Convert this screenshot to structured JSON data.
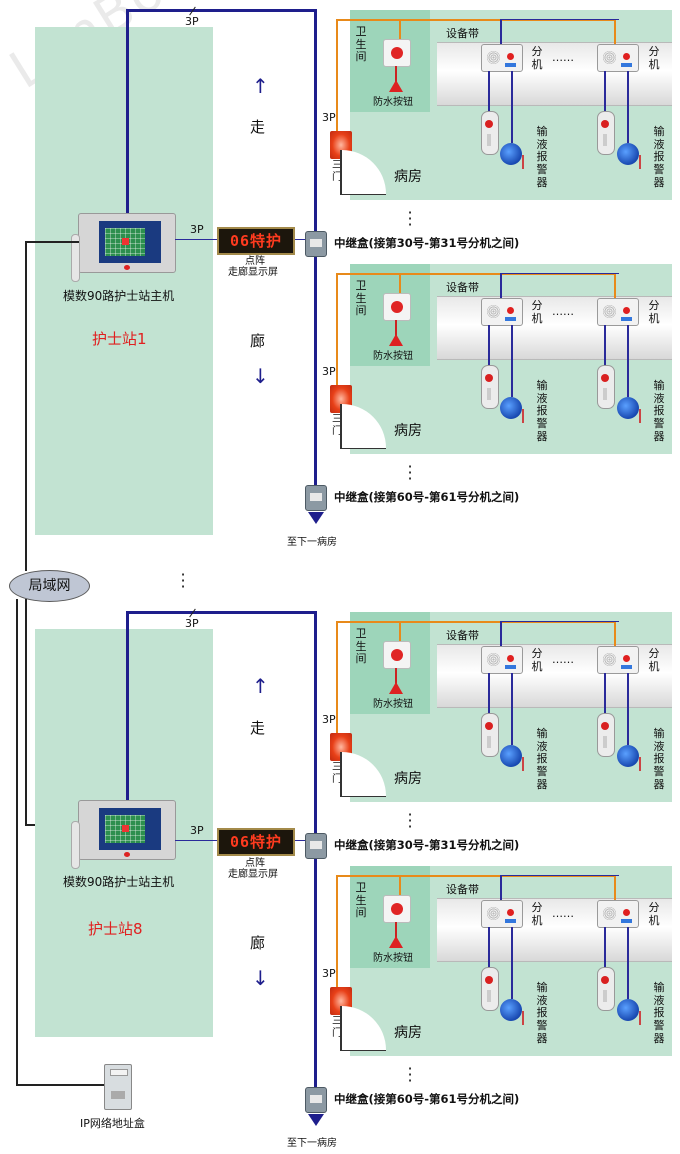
{
  "watermark": "LonBon",
  "lan_label": "局域网",
  "ip_box_label": "IP网络地址盒",
  "dots_between_stations": "⋮",
  "stations": [
    {
      "host_label": "模数90路护士站主机",
      "station_name": "护士站1",
      "led_text": "06特护",
      "led_label_line1": "点阵",
      "led_label_line2": "走廊显示屏",
      "bus_label": "3P",
      "display_link_label": "3P",
      "corridor_top": "走",
      "corridor_bottom": "廊",
      "relay1_label": "中继盒(接第30号-第31号分机之间)",
      "relay2_label": "中继盒(接第60号-第61号分机之间)",
      "next_room_label": "至下一病房"
    },
    {
      "host_label": "模数90路护士站主机",
      "station_name": "护士站8",
      "led_text": "06特护",
      "led_label_line1": "点阵",
      "led_label_line2": "走廊显示屏",
      "bus_label": "3P",
      "display_link_label": "3P",
      "corridor_top": "走",
      "corridor_bottom": "廊",
      "relay1_label": "中继盒(接第30号-第31号分机之间)",
      "relay2_label": "中继盒(接第60号-第61号分机之间)",
      "next_room_label": "至下一病房"
    }
  ],
  "room": {
    "toilet_label": "卫生间",
    "waterproof_button_label": "防水按钮",
    "equipment_band_label": "设备带",
    "extension_label": "分机",
    "ellipsis": "……",
    "door_light_label": "三色门灯",
    "door_light_link_label": "3P",
    "ward_label": "病房",
    "infusion_alarm_label": "输液报警器"
  },
  "colors": {
    "panel_green": "#c2e3d2",
    "toilet_green": "#9dd5ba",
    "bus_blue": "#1e1e8c",
    "wire_orange": "#e88a1a",
    "station_red": "#e02020",
    "led_red": "#ff3b1f"
  },
  "icons": [
    "nurse-station-host-icon",
    "handset-icon",
    "led-display-icon",
    "relay-box-icon",
    "waterproof-button-icon",
    "door-light-icon",
    "bed-extension-icon",
    "call-pendant-icon",
    "infusion-alarm-icon",
    "ip-address-box-icon",
    "down-arrow-icon",
    "up-arrow-icon"
  ]
}
